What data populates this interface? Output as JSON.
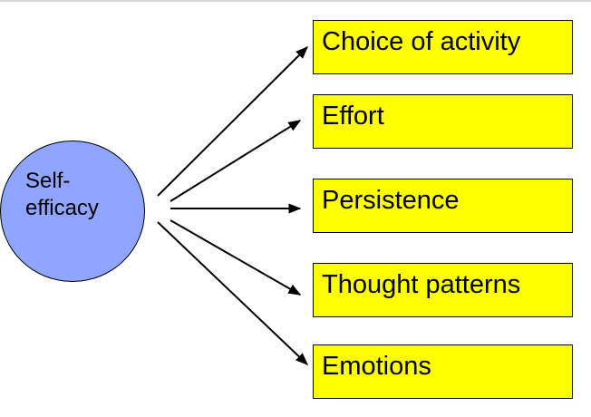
{
  "diagram": {
    "source": {
      "label": "Self-\nefficacy",
      "fill": "#8fa5ff"
    },
    "targets": [
      {
        "id": "choice",
        "label": "Choice of activity"
      },
      {
        "id": "effort",
        "label": "Effort"
      },
      {
        "id": "persistence",
        "label": "Persistence"
      },
      {
        "id": "thought",
        "label": "Thought patterns"
      },
      {
        "id": "emotions",
        "label": "Emotions"
      }
    ],
    "box_fill": "#ffff00",
    "edges": [
      {
        "from": "source",
        "to": "choice"
      },
      {
        "from": "source",
        "to": "effort"
      },
      {
        "from": "source",
        "to": "persistence"
      },
      {
        "from": "source",
        "to": "thought"
      },
      {
        "from": "source",
        "to": "emotions"
      }
    ]
  }
}
